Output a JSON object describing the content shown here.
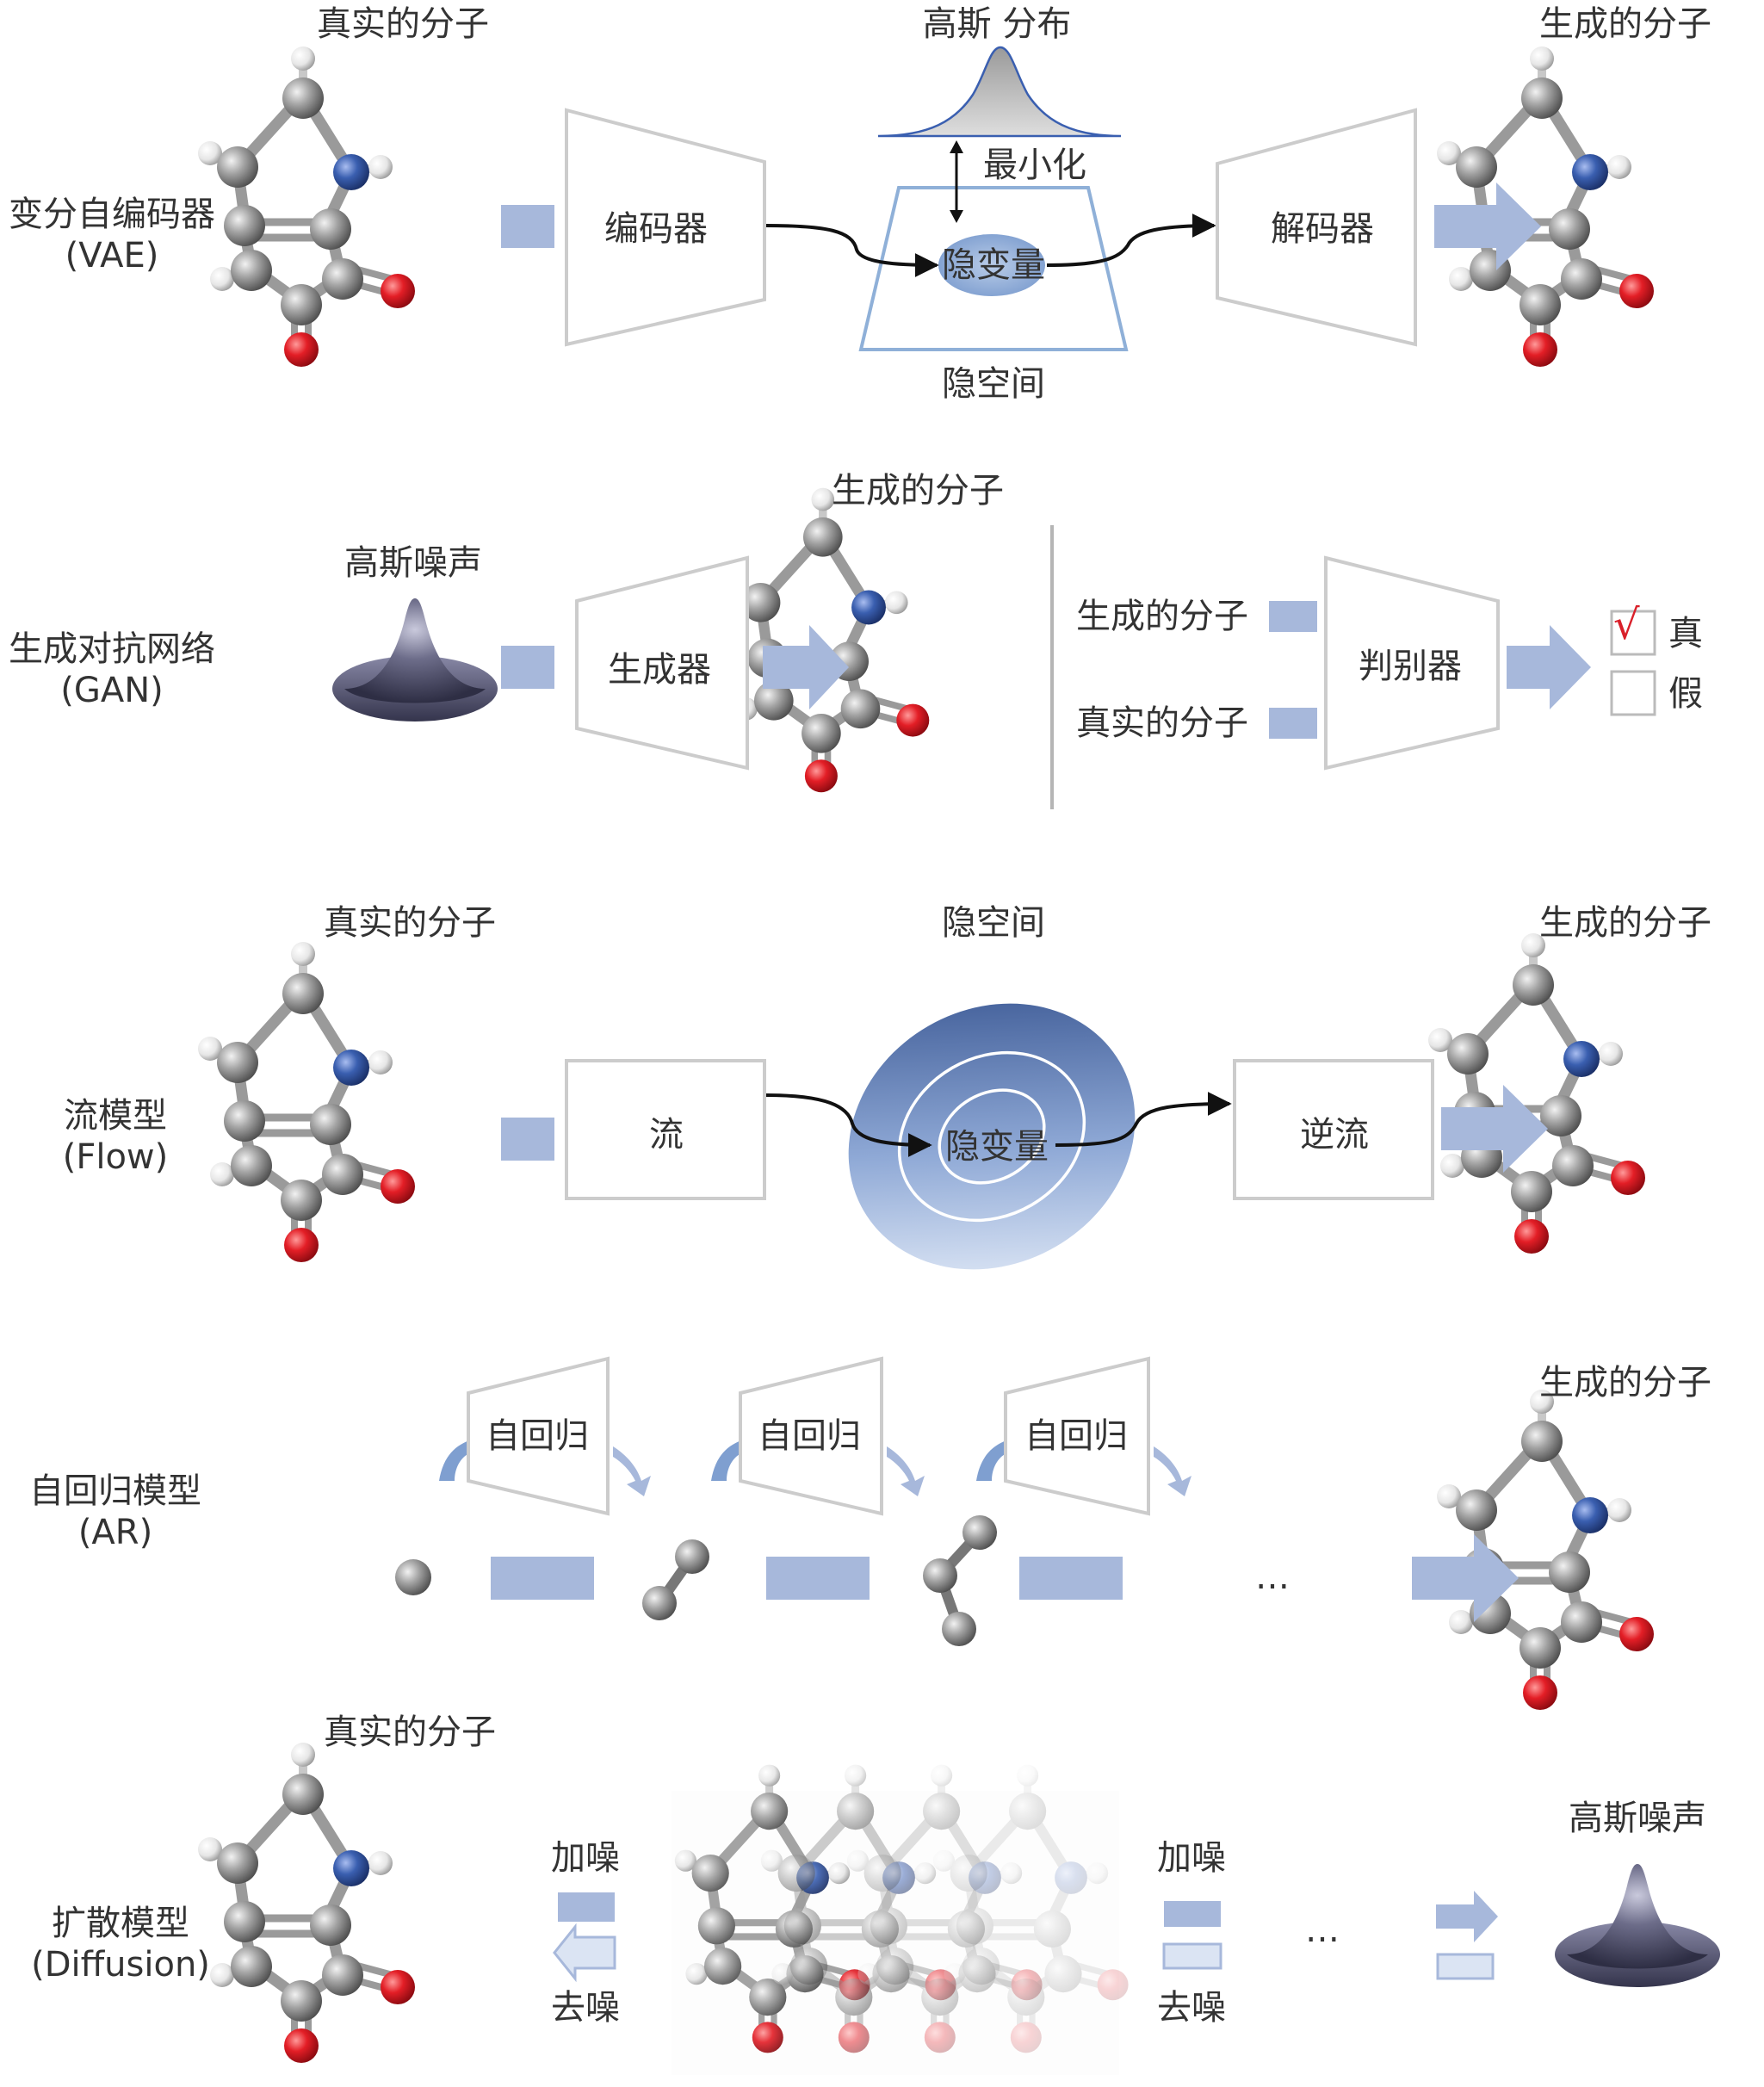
{
  "rows": {
    "vae": {
      "name": "变分自编码器",
      "abbr": "(VAE)"
    },
    "gan": {
      "name": "生成对抗网络",
      "abbr": "(GAN)"
    },
    "flow": {
      "name": "流模型",
      "abbr": "(Flow)"
    },
    "ar": {
      "name": "自回归模型",
      "abbr": "(AR)"
    },
    "diffusion": {
      "name": "扩散模型",
      "abbr": "(Diffusion)"
    }
  },
  "vae": {
    "real": "真实的分子",
    "generated": "生成的分子",
    "gaussian": "高斯 分布",
    "minimize": "最小化",
    "encoder": "编码器",
    "latent_var": "隐变量",
    "latent_space": "隐空间",
    "decoder": "解码器"
  },
  "gan": {
    "noise": "高斯噪声",
    "generator": "生成器",
    "generated_top": "生成的分子",
    "generated_in": "生成的分子",
    "real_in": "真实的分子",
    "discriminator": "判别器",
    "checkmark": "√",
    "true": "真",
    "false": "假"
  },
  "flow": {
    "real": "真实的分子",
    "latent_space": "隐空间",
    "generated": "生成的分子",
    "flow": "流",
    "latent_var": "隐变量",
    "inverse": "逆流"
  },
  "ar": {
    "generated": "生成的分子",
    "box1": "自回归",
    "box2": "自回归",
    "box3": "自回归",
    "ellipsis": "…"
  },
  "diffusion": {
    "real": "真实的分子",
    "add_noise_left": "加噪",
    "denoise_left": "去噪",
    "add_noise_right": "加噪",
    "denoise_right": "去噪",
    "ellipsis": "…",
    "noise": "高斯噪声"
  },
  "colors": {
    "accent_blue": "#a7b8db",
    "frame_gray": "#cccccc",
    "latent_blue": "#8fb0d8",
    "oxygen_red": "#e31e26",
    "nitrogen_blue": "#3a5fb0",
    "carbon_gray": "#8a8a8a",
    "hill_dark": "#4a4a66",
    "check_red": "#d9202a"
  }
}
